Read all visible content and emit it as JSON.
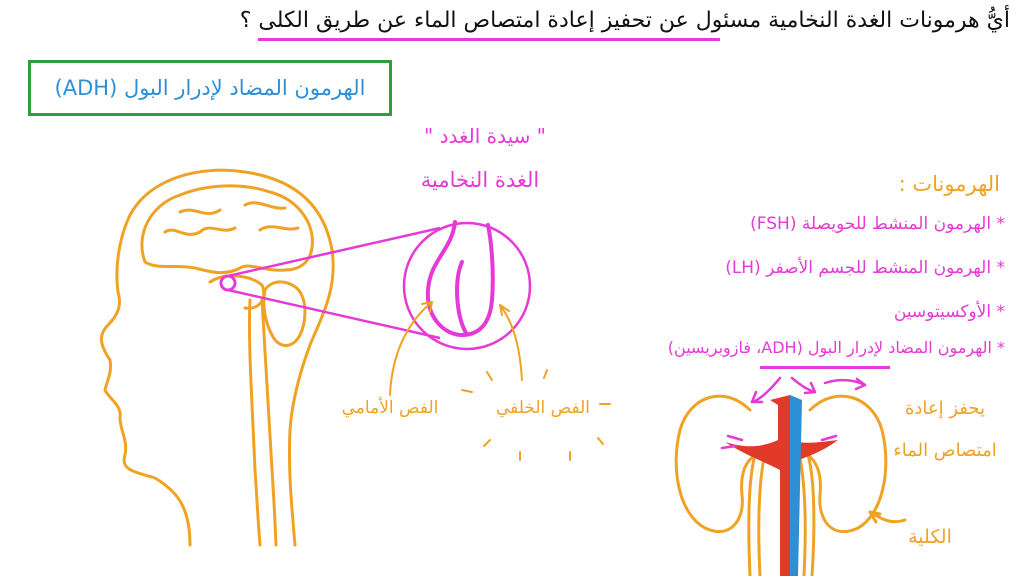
{
  "question": "أيُّ هرمونات الغدة النخامية مسئول عن تحفيز إعادة امتصاص الماء عن طريق الكلى ؟",
  "answer": "الهرمون المضاد لإدرار البول (ADH)",
  "gland_nickname": "\" سيدة الغدد \"",
  "gland_name": "الغدة النخامية",
  "hormones": {
    "heading": "الهرمونات :",
    "items": [
      "الهرمون المنشط للحويصلة (FSH)",
      "الهرمون المنشط للجسم الأصفر (LH)",
      "الأوكسيتوسين",
      "الهرمون المضاد لإدرار البول (ADH، فازوبريسين)"
    ],
    "bullet": "*"
  },
  "lobes": {
    "anterior": "الفص الأمامي",
    "posterior": "الفص الخلفي"
  },
  "kidney_note": {
    "line1": "يحفز إعادة",
    "line2": "امتصاص الماء"
  },
  "kidney_label": "الكلية",
  "colors": {
    "magenta": "#e53ad6",
    "orange": "#f0a225",
    "blue": "#2f8fd4",
    "green": "#2e9e3e",
    "red": "#e23a2a"
  }
}
